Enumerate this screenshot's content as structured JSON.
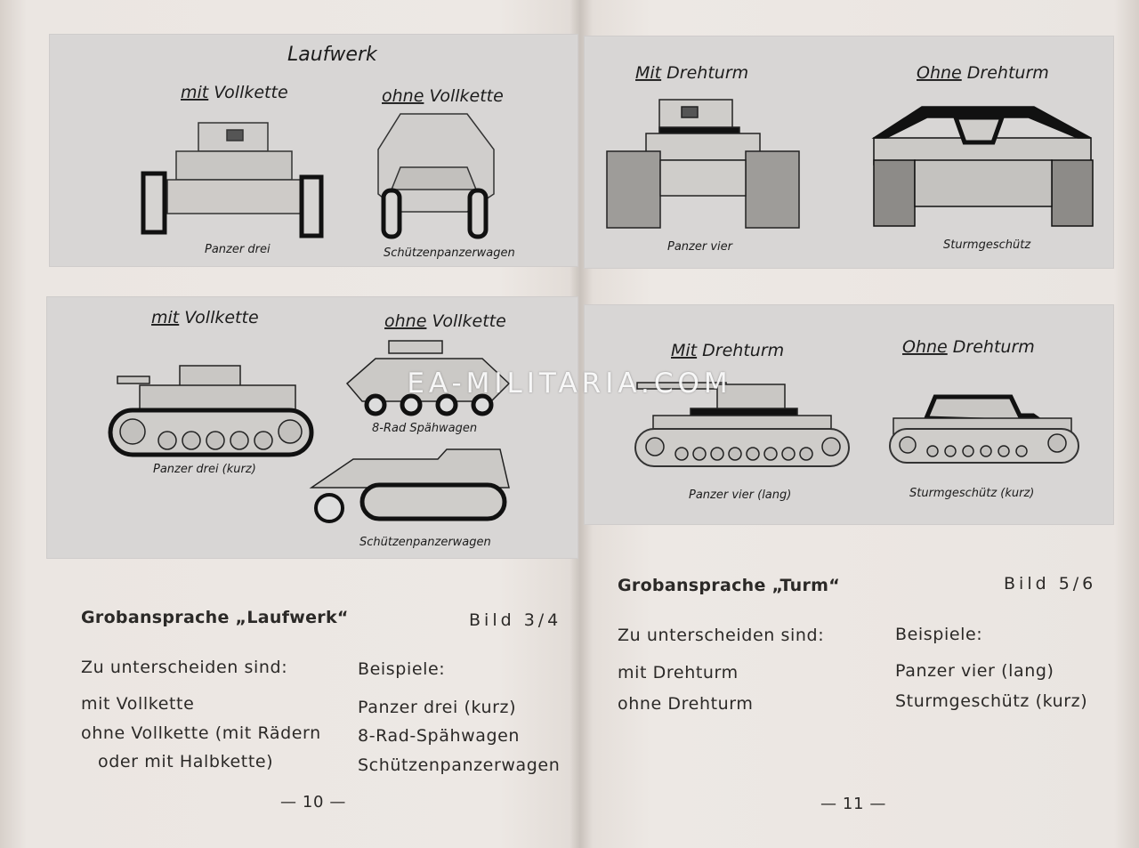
{
  "left_page": {
    "panel_top": {
      "title": "Laufwerk",
      "col1_heading_a": "mit",
      "col1_heading_b": " Vollkette",
      "col2_heading_a": "ohne",
      "col2_heading_b": " Vollkette",
      "caption1": "Panzer drei",
      "caption2": "Schützenpanzerwagen"
    },
    "panel_bottom": {
      "col1_heading_a": "mit",
      "col1_heading_b": " Vollkette",
      "col2_heading_a": "ohne",
      "col2_heading_b": " Vollkette",
      "caption1": "Panzer drei (kurz)",
      "caption2": "8-Rad Spähwagen",
      "caption3": "Schützenpanzerwagen"
    },
    "heading": "Grobansprache „Laufwerk“",
    "bild": "Bild 3/4",
    "col_left_title": "Zu unterscheiden sind:",
    "col_left_items": [
      "mit Vollkette",
      "ohne Vollkette (mit Rädern",
      "oder mit Halbkette)"
    ],
    "col_right_title": "Beispiele:",
    "col_right_items": [
      "Panzer drei (kurz)",
      "8-Rad-Spähwagen",
      "Schützenpanzerwagen"
    ],
    "page_number": "— 10 —"
  },
  "right_page": {
    "panel_top": {
      "col1_heading_a": "Mit",
      "col1_heading_b": " Drehturm",
      "col2_heading_a": "Ohne",
      "col2_heading_b": " Drehturm",
      "caption1": "Panzer vier",
      "caption2": "Sturmgeschütz"
    },
    "panel_bottom": {
      "col1_heading_a": "Mit",
      "col1_heading_b": " Drehturm",
      "col2_heading_a": "Ohne",
      "col2_heading_b": " Drehturm",
      "caption1": "Panzer vier (lang)",
      "caption2": "Sturmgeschütz (kurz)"
    },
    "heading": "Grobansprache „Turm“",
    "bild": "Bild 5/6",
    "col_left_title": "Zu unterscheiden sind:",
    "col_left_items": [
      "mit Drehturm",
      "ohne Drehturm"
    ],
    "col_right_title": "Beispiele:",
    "col_right_items": [
      "Panzer vier (lang)",
      "Sturmgeschütz (kurz)"
    ],
    "page_number": "— 11 —"
  },
  "watermark": "EA-MILITARIA.COM"
}
